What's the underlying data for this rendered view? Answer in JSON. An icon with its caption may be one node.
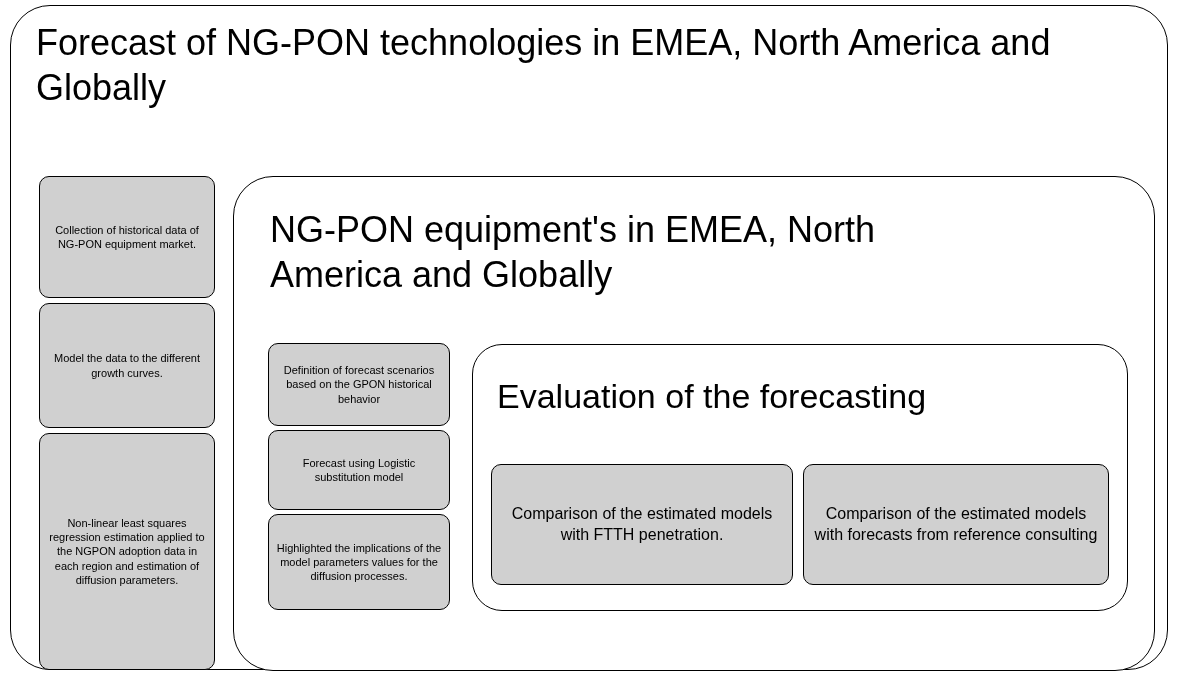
{
  "diagram": {
    "nodes": [
      {
        "text": [
          "Forecast of NG-PON technologies in EMEA, North America and Globally"
        ]
      },
      {
        "text": [
          "Collection of historical data of NG-PON equipment market."
        ],
        "in": 0
      },
      {
        "text": [
          "Model the data to the different growth curves."
        ],
        "in": 0
      },
      {
        "text": [
          "Non-linear least squares regression estimation applied to the NGPON adoption data in each region and estimation of diffusion parameters."
        ],
        "in": 0
      },
      {
        "text": [
          "NG-PON equipment's in EMEA, North America and Globally"
        ],
        "in": 0
      },
      {
        "text": [
          "Definition of forecast scenarios based on the GPON historical behavior"
        ],
        "in": 4
      },
      {
        "text": [
          "Forecast using Logistic substitution model"
        ],
        "in": 4
      },
      {
        "text": [
          "Highlighted the implications of the model parameters values for the diffusion processes."
        ],
        "in": 4
      },
      {
        "text": [
          "Evaluation of the forecasting"
        ],
        "in": 4
      },
      {
        "text": [
          "Comparison of the estimated models with FTTH penetration."
        ],
        "in": 8
      },
      {
        "text": [
          "Comparison of the estimated models with forecasts from reference consulting"
        ],
        "in": 8
      }
    ],
    "edges": []
  }
}
